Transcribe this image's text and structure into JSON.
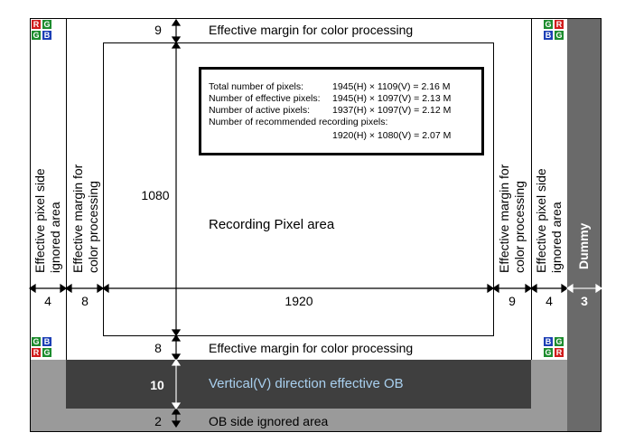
{
  "colors": {
    "ignored_gray": "#9a9a9a",
    "ob_dark": "#3f3f3f",
    "dummy_gray": "#6a6a6a",
    "ob_text": "#a9d0ef",
    "red": "#d01c1c",
    "green": "#1d8c2e",
    "blue": "#1c3fb5"
  },
  "labels": {
    "top_margin": "Effective margin for color processing",
    "bottom_margin": "Effective margin for color processing",
    "recording_area": "Recording Pixel area",
    "vertical_ob": "Vertical(V) direction effective OB",
    "ob_ignored": "OB side ignored area",
    "left_ignored": "Effective pixel side ignored area",
    "left_margin": "Effective margin for color processing",
    "right_margin": "Effective margin for color processing",
    "right_ignored": "Effective pixel side ignored area",
    "dummy": "Dummy"
  },
  "dims": {
    "top_margin": "9",
    "height_recording": "1080",
    "bottom_margin": "8",
    "vertical_ob": "10",
    "ob_ignored": "2",
    "left_ignored": "4",
    "left_margin": "8",
    "width_recording": "1920",
    "right_margin": "9",
    "right_ignored": "4",
    "dummy": "3"
  },
  "info": {
    "total_label": "Total number of pixels:",
    "total_value": "1945(H) × 1109(V) = 2.16 M",
    "effective_label": "Number of effective pixels:",
    "effective_value": "1945(H) × 1097(V) = 2.13 M",
    "active_label": "Number of  active pixels:",
    "active_value": "1937(H) × 1097(V) = 2.12 M",
    "recommended_label": "Number of recommended recording pixels:",
    "recommended_value": "1920(H) × 1080(V) = 2.07 M"
  },
  "bayer": {
    "top_left": [
      "R",
      "G",
      "G",
      "B"
    ],
    "top_right": [
      "G",
      "R",
      "B",
      "G"
    ],
    "bottom_left": [
      "G",
      "B",
      "R",
      "G"
    ],
    "bottom_right": [
      "B",
      "G",
      "G",
      "R"
    ]
  }
}
